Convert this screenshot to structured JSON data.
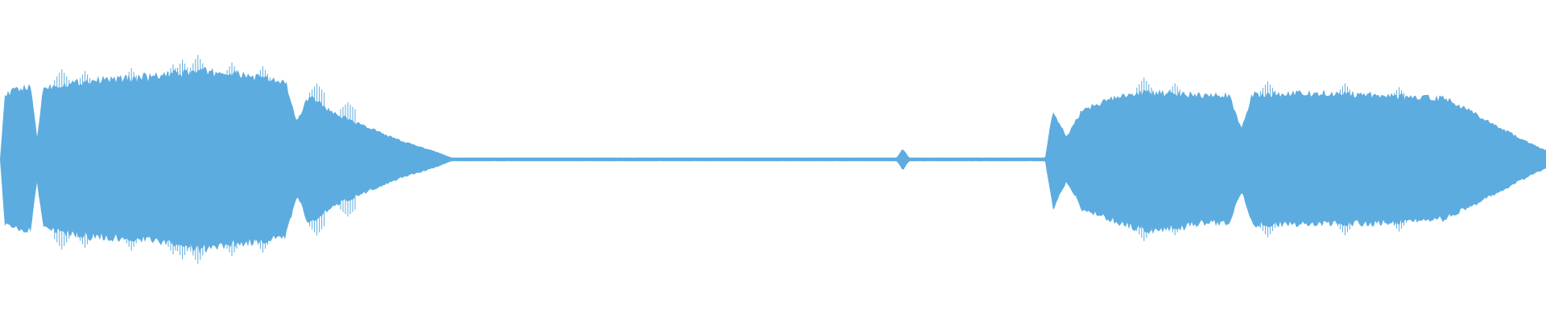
{
  "waveform": {
    "color": "#5dacdf",
    "background": "#ffffff",
    "envelope": [
      {
        "t": 0.0,
        "top": 0.0,
        "bot": 0.0
      },
      {
        "t": 0.003,
        "top": 0.7,
        "bot": 0.7
      },
      {
        "t": 0.01,
        "top": 0.78,
        "bot": 0.78
      },
      {
        "t": 0.02,
        "top": 0.8,
        "bot": 0.78
      },
      {
        "t": 0.024,
        "top": 0.25,
        "bot": 0.25
      },
      {
        "t": 0.028,
        "top": 0.8,
        "bot": 0.78
      },
      {
        "t": 0.06,
        "top": 0.88,
        "bot": 0.86
      },
      {
        "t": 0.1,
        "top": 0.92,
        "bot": 0.9
      },
      {
        "t": 0.13,
        "top": 0.98,
        "bot": 1.0
      },
      {
        "t": 0.16,
        "top": 0.93,
        "bot": 0.92
      },
      {
        "t": 0.185,
        "top": 0.85,
        "bot": 0.85
      },
      {
        "t": 0.192,
        "top": 0.4,
        "bot": 0.4
      },
      {
        "t": 0.2,
        "top": 0.72,
        "bot": 0.72
      },
      {
        "t": 0.215,
        "top": 0.52,
        "bot": 0.52
      },
      {
        "t": 0.24,
        "top": 0.34,
        "bot": 0.34
      },
      {
        "t": 0.26,
        "top": 0.2,
        "bot": 0.2
      },
      {
        "t": 0.28,
        "top": 0.1,
        "bot": 0.1
      },
      {
        "t": 0.292,
        "top": 0.02,
        "bot": 0.02
      },
      {
        "t": 0.58,
        "top": 0.02,
        "bot": 0.02
      },
      {
        "t": 0.584,
        "top": 0.12,
        "bot": 0.12
      },
      {
        "t": 0.588,
        "top": 0.02,
        "bot": 0.02
      },
      {
        "t": 0.676,
        "top": 0.02,
        "bot": 0.02
      },
      {
        "t": 0.681,
        "top": 0.55,
        "bot": 0.55
      },
      {
        "t": 0.69,
        "top": 0.25,
        "bot": 0.25
      },
      {
        "t": 0.7,
        "top": 0.55,
        "bot": 0.55
      },
      {
        "t": 0.72,
        "top": 0.68,
        "bot": 0.68
      },
      {
        "t": 0.742,
        "top": 0.75,
        "bot": 0.8
      },
      {
        "t": 0.765,
        "top": 0.72,
        "bot": 0.75
      },
      {
        "t": 0.778,
        "top": 0.72,
        "bot": 0.7
      },
      {
        "t": 0.795,
        "top": 0.72,
        "bot": 0.72
      },
      {
        "t": 0.803,
        "top": 0.35,
        "bot": 0.35
      },
      {
        "t": 0.81,
        "top": 0.72,
        "bot": 0.72
      },
      {
        "t": 0.86,
        "top": 0.74,
        "bot": 0.72
      },
      {
        "t": 0.9,
        "top": 0.7,
        "bot": 0.7
      },
      {
        "t": 0.935,
        "top": 0.68,
        "bot": 0.66
      },
      {
        "t": 0.96,
        "top": 0.45,
        "bot": 0.45
      },
      {
        "t": 0.985,
        "top": 0.22,
        "bot": 0.22
      },
      {
        "t": 1.0,
        "top": 0.1,
        "bot": 0.1
      }
    ],
    "spikes": [
      {
        "t": 0.04,
        "amp": 0.95
      },
      {
        "t": 0.055,
        "amp": 0.93
      },
      {
        "t": 0.085,
        "amp": 0.96
      },
      {
        "t": 0.112,
        "amp": 1.0
      },
      {
        "t": 0.118,
        "amp": 1.05
      },
      {
        "t": 0.128,
        "amp": 1.1
      },
      {
        "t": 0.15,
        "amp": 1.02
      },
      {
        "t": 0.17,
        "amp": 0.98
      },
      {
        "t": 0.205,
        "amp": 0.8
      },
      {
        "t": 0.225,
        "amp": 0.6
      },
      {
        "t": 0.74,
        "amp": 0.86
      },
      {
        "t": 0.76,
        "amp": 0.8
      },
      {
        "t": 0.82,
        "amp": 0.82
      },
      {
        "t": 0.87,
        "amp": 0.8
      },
      {
        "t": 0.905,
        "amp": 0.76
      }
    ]
  }
}
